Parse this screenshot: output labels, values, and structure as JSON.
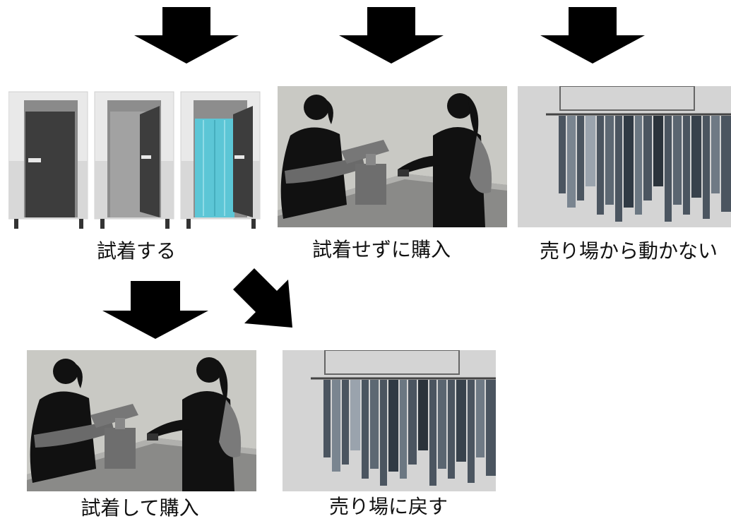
{
  "flow": {
    "outcomes_top": [
      {
        "label": "試着する",
        "image": "fitting-rooms-illustration"
      },
      {
        "label": "試着せずに購入",
        "image": "checkout-counter-illustration"
      },
      {
        "label": "売り場から動かない",
        "image": "clothing-rack-photo"
      }
    ],
    "outcomes_bottom": [
      {
        "label": "試着して購入",
        "image": "checkout-counter-illustration"
      },
      {
        "label": "売り場に戻す",
        "image": "clothing-rack-photo"
      }
    ],
    "arrow_icon": "down-arrow-icon",
    "colors": {
      "arrow": "#000000",
      "curtain": "#5cc6d6",
      "door": "#3a3a3a"
    }
  }
}
